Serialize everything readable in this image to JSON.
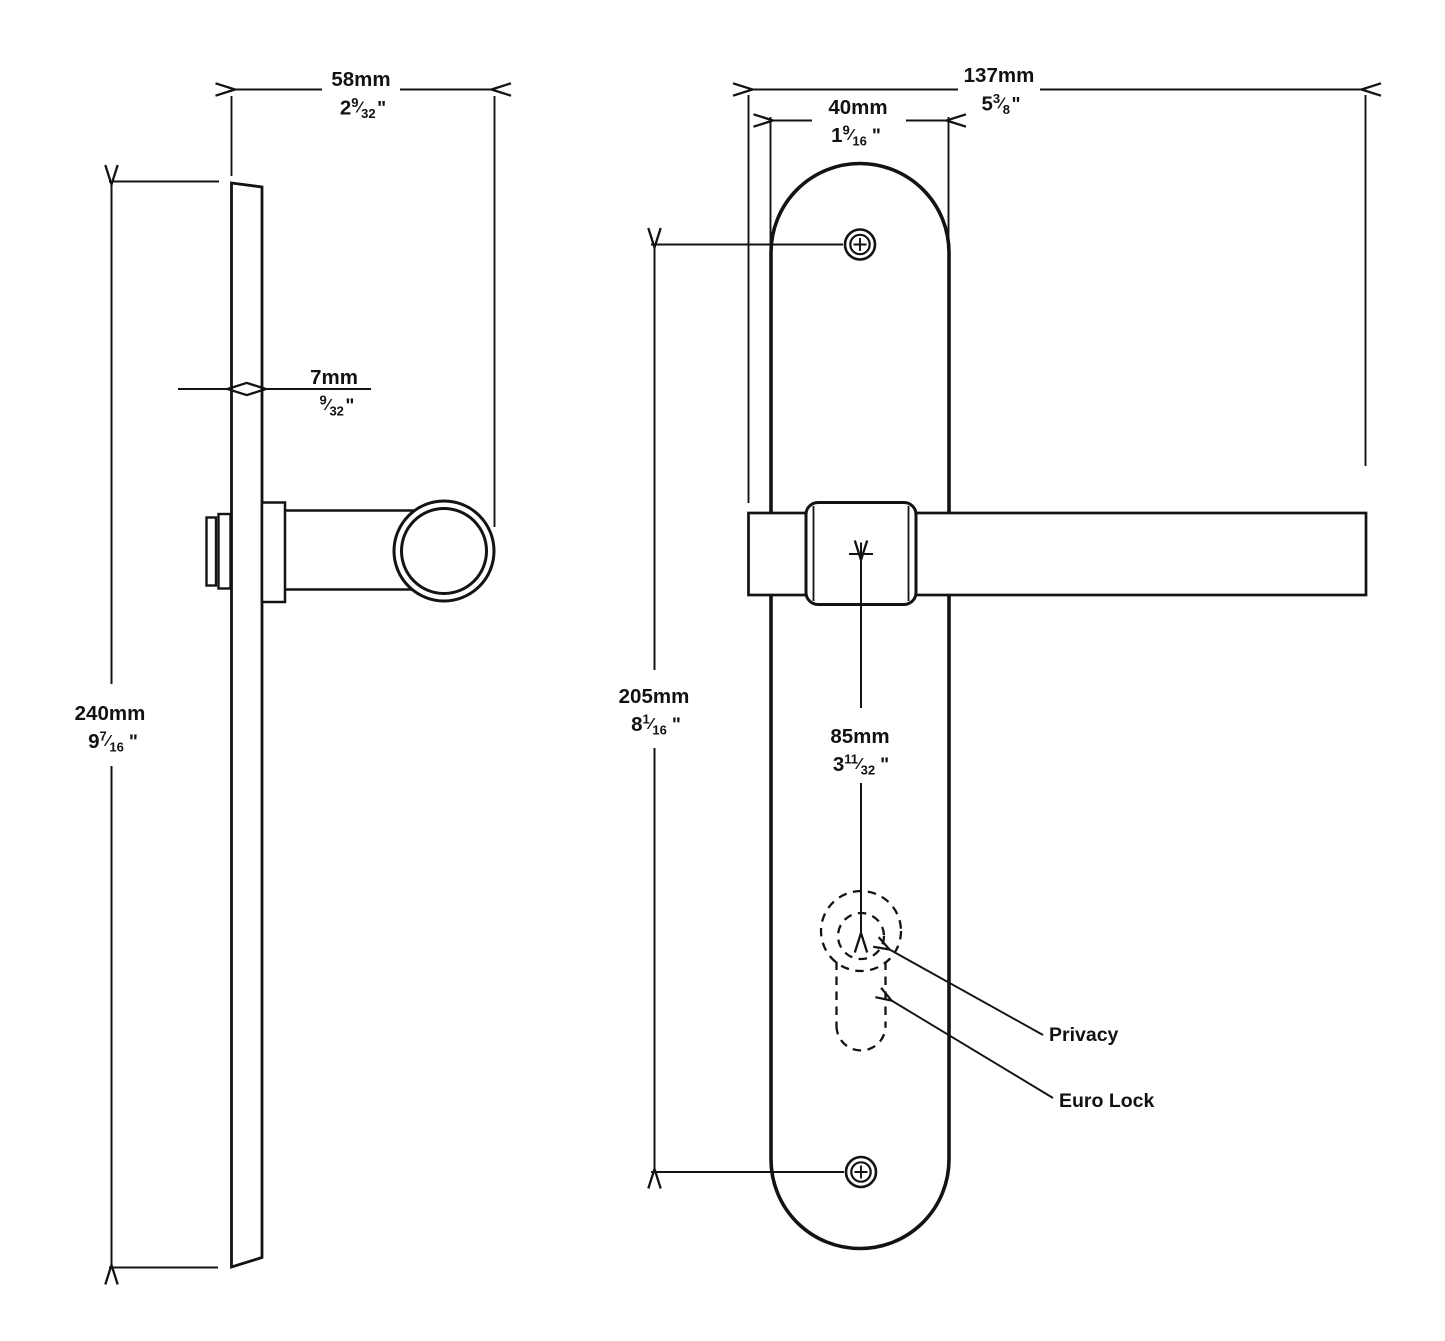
{
  "drawing": {
    "background_color": "#ffffff",
    "ink_color": "#131313",
    "fraction_slash": "⁄",
    "inch_mark": "\""
  },
  "side_view": {
    "dim_projection": {
      "metric": "58mm",
      "inch_whole": "2",
      "inch_numerator": "9",
      "inch_denominator": "32"
    },
    "dim_plate_thickness": {
      "metric": "7mm",
      "inch_whole": "",
      "inch_numerator": "9",
      "inch_denominator": "32"
    },
    "dim_plate_height": {
      "metric": "240mm",
      "inch_whole": "9",
      "inch_numerator": "7",
      "inch_denominator": "16"
    }
  },
  "front_view": {
    "dim_overall_length": {
      "metric": "137mm",
      "inch_whole": "5",
      "inch_numerator": "3",
      "inch_denominator": "8"
    },
    "dim_plate_width": {
      "metric": "40mm",
      "inch_whole": "1",
      "inch_numerator": "9",
      "inch_denominator": "16"
    },
    "dim_screw_centres": {
      "metric": "205mm",
      "inch_whole": "8",
      "inch_numerator": "1",
      "inch_denominator": "16"
    },
    "dim_handle_to_cylinder": {
      "metric": "85mm",
      "inch_whole": "3",
      "inch_numerator": "11",
      "inch_denominator": "32"
    },
    "callout_privacy": "Privacy",
    "callout_euro_lock": "Euro Lock"
  }
}
